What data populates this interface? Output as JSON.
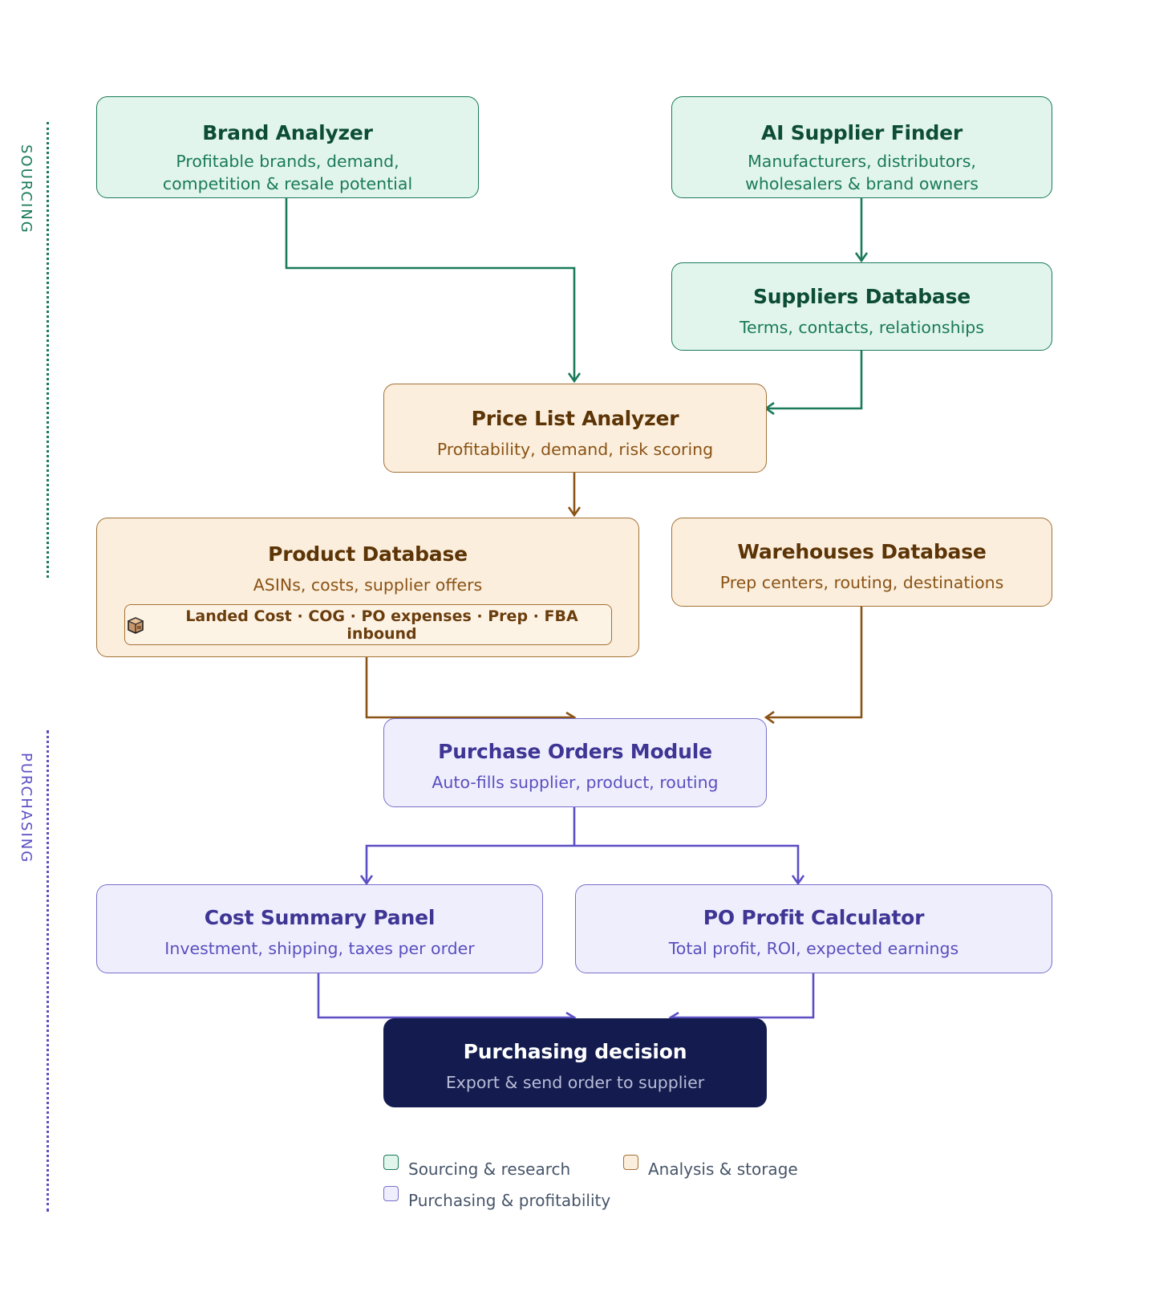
{
  "sections": {
    "sourcing": "SOURCING",
    "purchasing": "PURCHASING"
  },
  "nodes": {
    "brand_analyzer": {
      "title": "Brand Analyzer",
      "subtitle": "Profitable brands, demand,\ncompetition & resale potential"
    },
    "ai_supplier_finder": {
      "title": "AI Supplier Finder",
      "subtitle": "Manufacturers, distributors,\nwholesalers & brand owners"
    },
    "suppliers_database": {
      "title": "Suppliers Database",
      "subtitle": "Terms, contacts, relationships"
    },
    "price_list_analyzer": {
      "title": "Price List Analyzer",
      "subtitle": "Profitability, demand, risk scoring"
    },
    "product_database": {
      "title": "Product Database",
      "subtitle": "ASINs, costs, supplier offers",
      "chip": "Landed Cost · COG · PO expenses · Prep · FBA inbound",
      "chip_icon": "package-icon"
    },
    "warehouses_database": {
      "title": "Warehouses Database",
      "subtitle": "Prep centers, routing, destinations"
    },
    "purchase_orders_module": {
      "title": "Purchase Orders Module",
      "subtitle": "Auto-fills supplier, product, routing"
    },
    "cost_summary_panel": {
      "title": "Cost Summary Panel",
      "subtitle": "Investment, shipping, taxes per order"
    },
    "po_profit_calculator": {
      "title": "PO Profit Calculator",
      "subtitle": "Total profit, ROI, expected earnings"
    },
    "purchasing_decision": {
      "title": "Purchasing decision",
      "subtitle": "Export & send order to supplier"
    }
  },
  "legend": [
    {
      "label": "Sourcing & research"
    },
    {
      "label": "Analysis & storage"
    },
    {
      "label": "Purchasing & profitability"
    }
  ],
  "colors": {
    "green_stroke": "#1a7a5a",
    "orange_stroke": "#8a5316",
    "purple_stroke": "#5b4fc4",
    "green_fill": "#e1f5ec",
    "orange_fill": "#fbeedc",
    "purple_fill": "#efeefc",
    "dark_fill": "#141c4f"
  }
}
